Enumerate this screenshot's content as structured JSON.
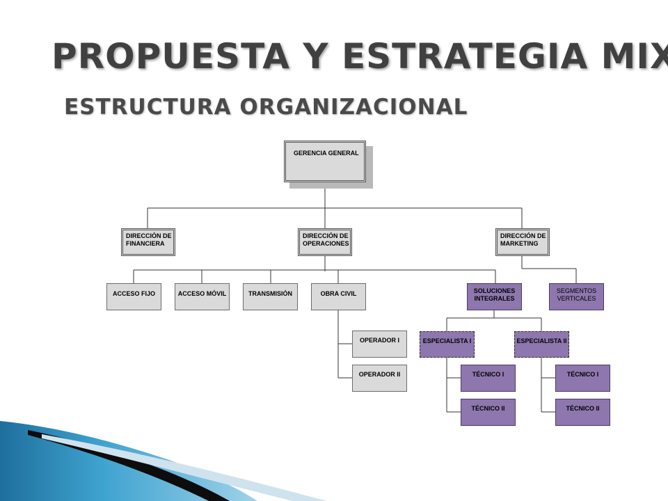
{
  "slide": {
    "title": "PROPUESTA Y ESTRATEGIA MIX",
    "subtitle": "ESTRUCTURA ORGANIZACIONAL"
  },
  "org": {
    "gerencia": "GERENCIA GENERAL",
    "dir_financiera": [
      "DIRECCIÓN DE",
      "FINANCIERA"
    ],
    "dir_operaciones": [
      "DIRECCIÓN DE",
      "OPERACIONES"
    ],
    "dir_marketing": [
      "DIRECCIÓN DE",
      "MARKETING"
    ],
    "acceso_fijo": "ACCESO FIJO",
    "acceso_movil": "ACCESO MÓVIL",
    "transmision": "TRANSMISIÓN",
    "obra_civil": "OBRA CIVIL",
    "soluciones": [
      "SOLUCIONES",
      "INTEGRALES"
    ],
    "segmentos": [
      "SEGMENTOS",
      "VERTICALES"
    ],
    "operador_1": "OPERADOR I",
    "operador_2": "OPERADOR II",
    "especialista_1": "ESPECIALISTA I",
    "especialista_2": "ESPECIALISTA II",
    "tecnico_1a": "TÉCNICO I",
    "tecnico_2a": "TÉCNICO II",
    "tecnico_1b": "TÉCNICO I",
    "tecnico_2b": "TÉCNICO II"
  },
  "colors": {
    "gray_box": "#dadada",
    "purple_box": "#8e77ae",
    "accent_blue": "#2b8ab8"
  }
}
